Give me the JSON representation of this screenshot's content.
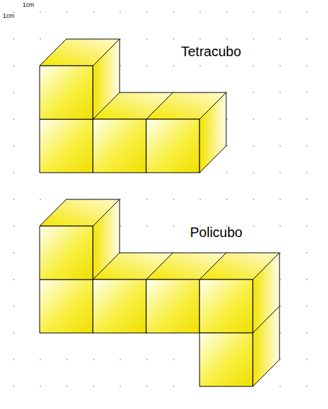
{
  "diagram": {
    "labels": [
      "1cm",
      "1cm",
      "Tetracubo",
      "Policubo"
    ]
  }
}
